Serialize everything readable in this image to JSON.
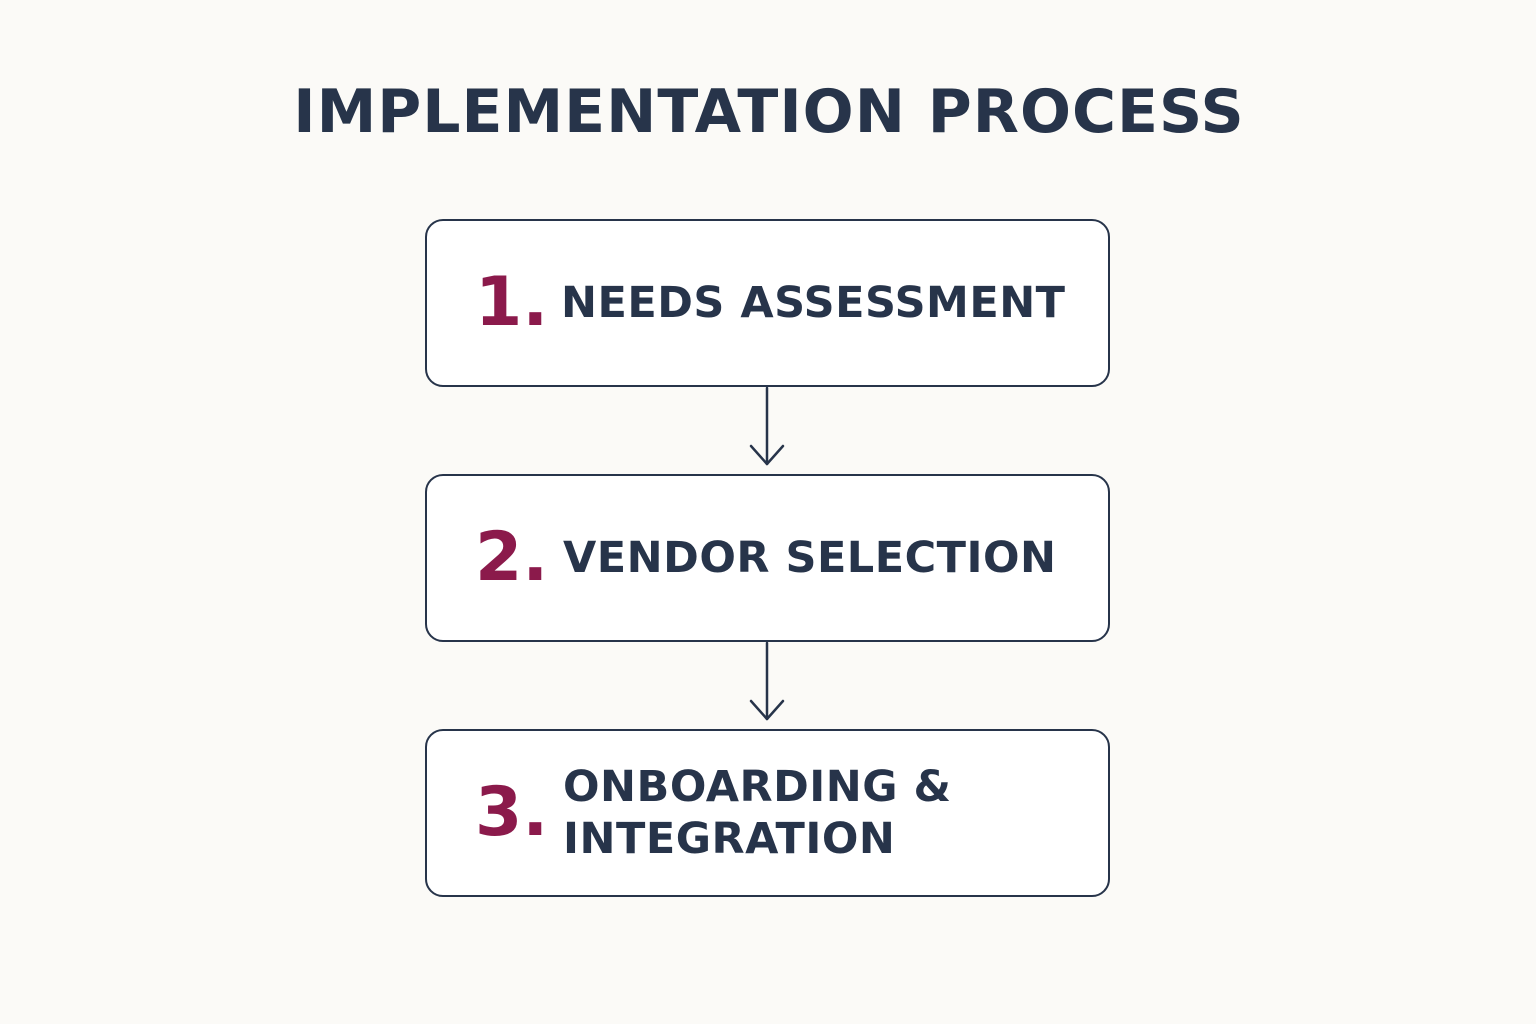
{
  "title": "IMPLEMENTATION PROCESS",
  "steps": [
    {
      "number": "1.",
      "label": "NEEDS ASSESSMENT"
    },
    {
      "number": "2.",
      "label": "VENDOR SELECTION"
    },
    {
      "number": "3.",
      "label": "ONBOARDING &\nINTEGRATION"
    }
  ],
  "colors": {
    "text": "#27344a",
    "number": "#8b1a4b",
    "background": "#fbfaf7"
  }
}
